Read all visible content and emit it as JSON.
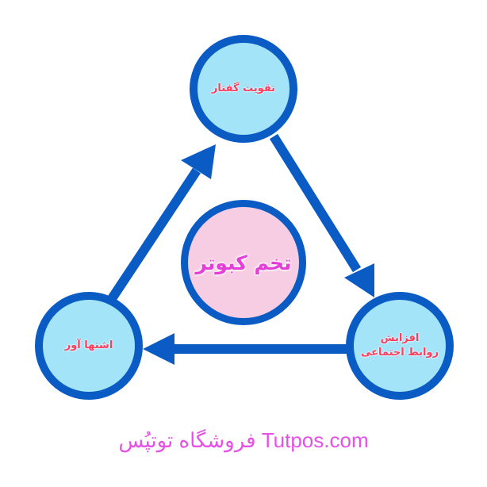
{
  "center": {
    "label": "تخم کبوتر"
  },
  "nodes": {
    "top": {
      "label": "تقویت گفتار"
    },
    "right": {
      "line1": "افزایش",
      "line2": "روابط اجتماعی"
    },
    "left": {
      "label": "اشتها آور"
    }
  },
  "footer": {
    "text": "فروشگاه توتپُس Tutpos.com"
  },
  "colors": {
    "ring": "#0a5cc4",
    "fill": "#a3e4f8",
    "center_fill": "#f7cde3",
    "label": "#ff3b5c",
    "accent": "#e652e6"
  }
}
